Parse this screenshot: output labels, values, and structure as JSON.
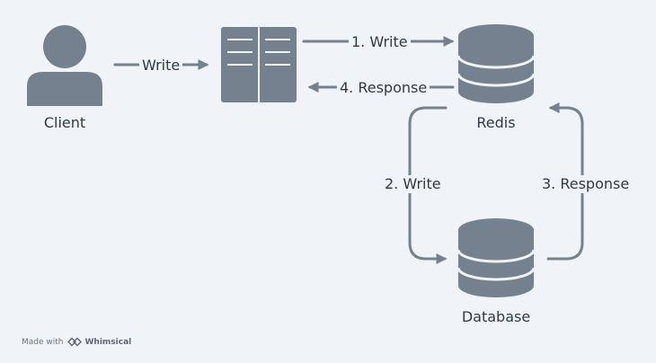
{
  "nodes": {
    "client": {
      "label": "Client"
    },
    "server": {
      "label": ""
    },
    "redis": {
      "label": "Redis"
    },
    "database": {
      "label": "Database"
    }
  },
  "edges": {
    "client_to_server": {
      "label": "Write"
    },
    "server_to_redis": {
      "label": "1. Write"
    },
    "redis_to_server": {
      "label": "4. Response"
    },
    "redis_to_database": {
      "label": "2. Write"
    },
    "database_to_redis": {
      "label": "3. Response"
    }
  },
  "colors": {
    "shape": "#75818f",
    "line": "#75818f",
    "background": "#f0f3f7",
    "text": "#2f3a45"
  },
  "watermark": {
    "prefix": "Made with",
    "brand": "Whimsical"
  }
}
